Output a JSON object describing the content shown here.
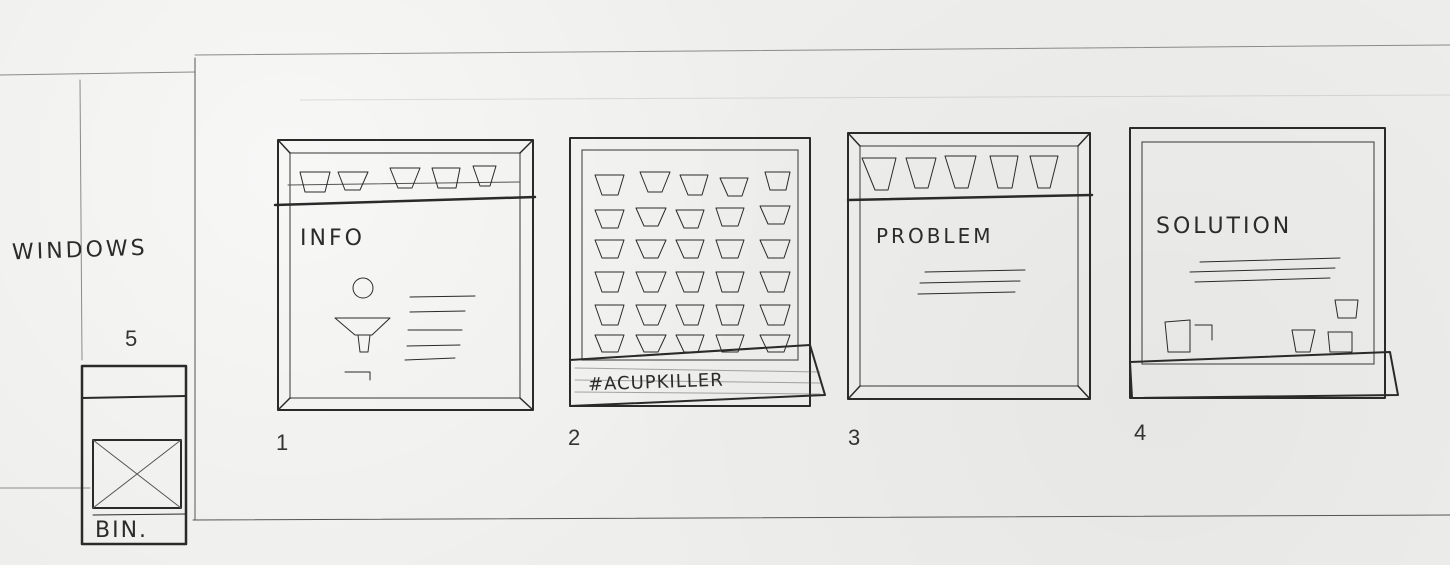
{
  "labels": {
    "windows": "WINDOWS",
    "bin": "BIN.",
    "panel1_title": "INFO",
    "panel2_title": "#ACUPKILLER",
    "panel3_title": "PROBLEM",
    "panel4_title": "SOLUTION"
  },
  "numbers": {
    "panel1": "1",
    "panel2": "2",
    "panel3": "3",
    "panel4": "4",
    "bin": "5"
  },
  "colors": {
    "paper": "#eeeeec",
    "pencil": "#2a2a2a"
  }
}
